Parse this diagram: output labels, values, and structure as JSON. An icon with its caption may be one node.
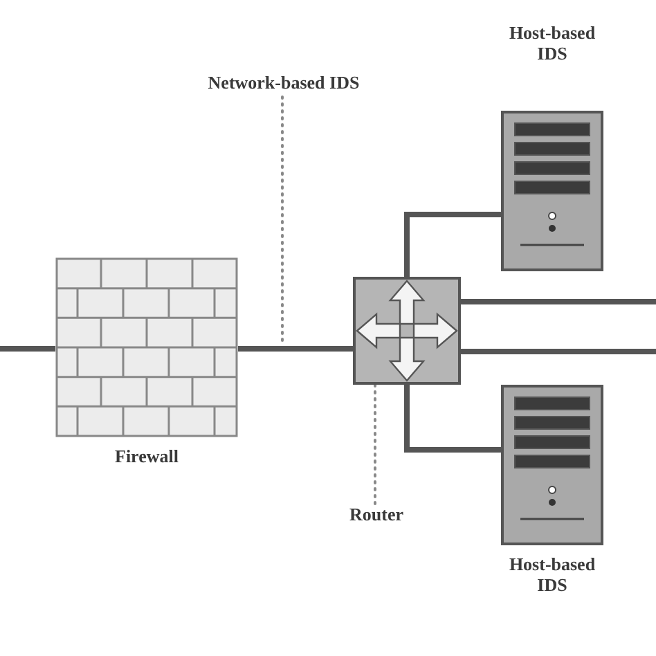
{
  "diagram": {
    "nodes": [
      {
        "text": [
          "Host-based IDS"
        ]
      },
      {
        "text": [
          "Network-based IDS"
        ]
      },
      {
        "text": [
          "Firewall"
        ]
      },
      {
        "text": [],
        "shape": "box"
      },
      {
        "text": [
          "Router"
        ]
      },
      {
        "text": [
          "Host-based IDS"
        ]
      }
    ],
    "edges": [
      {
        "from": null,
        "to": 2,
        "arrow": "none"
      },
      {
        "from": 2,
        "to": 3,
        "arrow": "none"
      },
      {
        "from": 3,
        "to": 0,
        "arrow": "none"
      },
      {
        "from": 3,
        "to": null,
        "arrow": "none"
      },
      {
        "from": 3,
        "to": null,
        "arrow": "none"
      },
      {
        "from": 3,
        "to": 5,
        "arrow": "none"
      },
      {
        "from": 1,
        "to": null,
        "arrow": "none",
        "style": "dashed"
      },
      {
        "from": 4,
        "to": 3,
        "arrow": "none",
        "style": "dashed"
      }
    ]
  }
}
